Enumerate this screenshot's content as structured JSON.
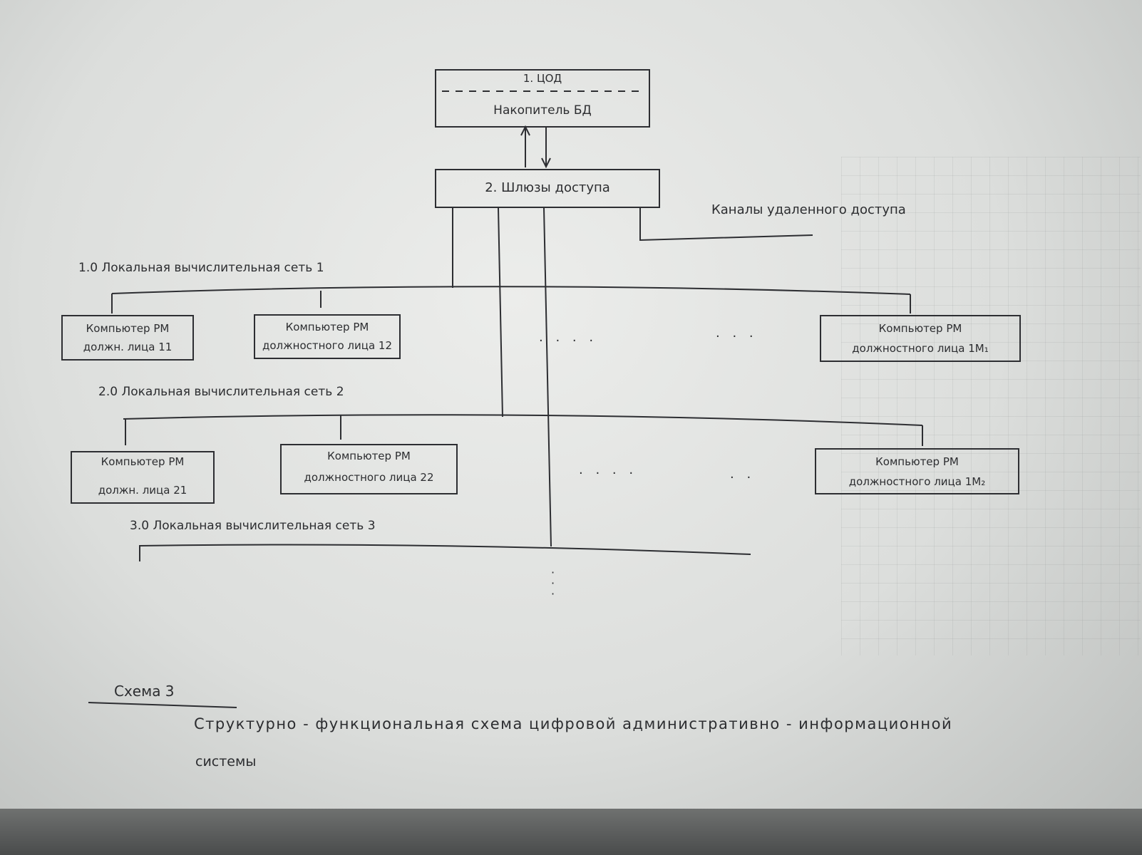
{
  "diagram": {
    "storage": {
      "number": "1. ЦОД",
      "label": "Накопитель БД"
    },
    "gateway": {
      "label": "2. Шлюзы доступа"
    },
    "remote_channels": {
      "label": "Каналы удаленного доступа"
    },
    "networks": [
      {
        "label": "1.0  Локальная вычислительная сеть 1",
        "computers": [
          {
            "line1": "Компьютер РМ",
            "line2": "должн. лица 11"
          },
          {
            "line1": "Компьютер РМ",
            "line2": "должностного лица 12"
          },
          {
            "line1": "Компьютер РМ",
            "line2": "должностного лица 1M₁"
          }
        ],
        "ellipsis_a": "· · · ·",
        "ellipsis_b": "· · ·"
      },
      {
        "label": "2.0  Локальная вычислительная сеть 2",
        "computers": [
          {
            "line1": "Компьютер РМ",
            "line2": "должн. лица 21"
          },
          {
            "line1": "Компьютер РМ",
            "line2": "должностного лица 22"
          },
          {
            "line1": "Компьютер РМ",
            "line2": "должностного лица 1M₂"
          }
        ],
        "ellipsis_a": "· · · ·",
        "ellipsis_b": "· ·"
      },
      {
        "label": "3.0  Локальная вычислительная сеть 3"
      }
    ],
    "vertical_ellipsis": "·\n·\n·",
    "caption": {
      "title": "Схема 3",
      "line1": "Структурно - функциональная схема цифровой административно - информационной",
      "line2": "системы"
    }
  },
  "colors": {
    "ink": "#2c2d30",
    "paper": "#e4e5e3"
  }
}
